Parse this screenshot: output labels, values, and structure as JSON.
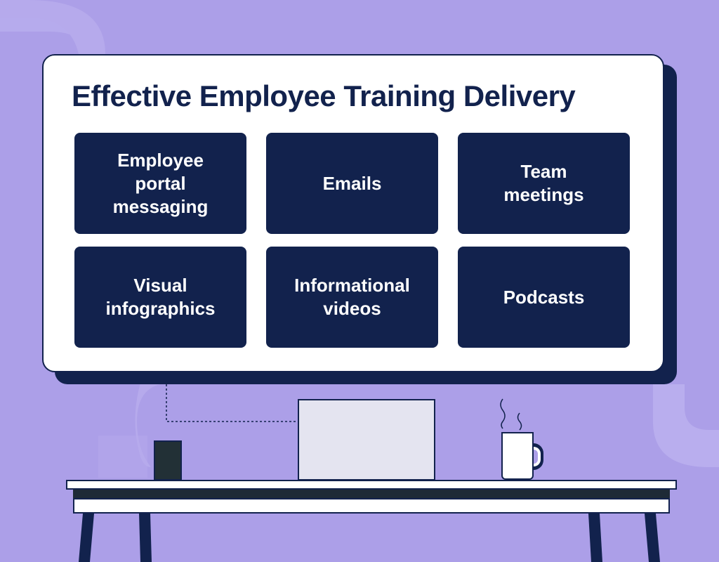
{
  "title": "Effective Employee Training Delivery",
  "methods": [
    "Employee\nportal\nmessaging",
    "Emails",
    "Team\nmeetings",
    "Visual\ninfographics",
    "Informational\nvideos",
    "Podcasts"
  ],
  "colors": {
    "background": "#ac9fe8",
    "navy": "#12224d",
    "board": "#ffffff",
    "laptop_screen": "#e4e4f0"
  }
}
